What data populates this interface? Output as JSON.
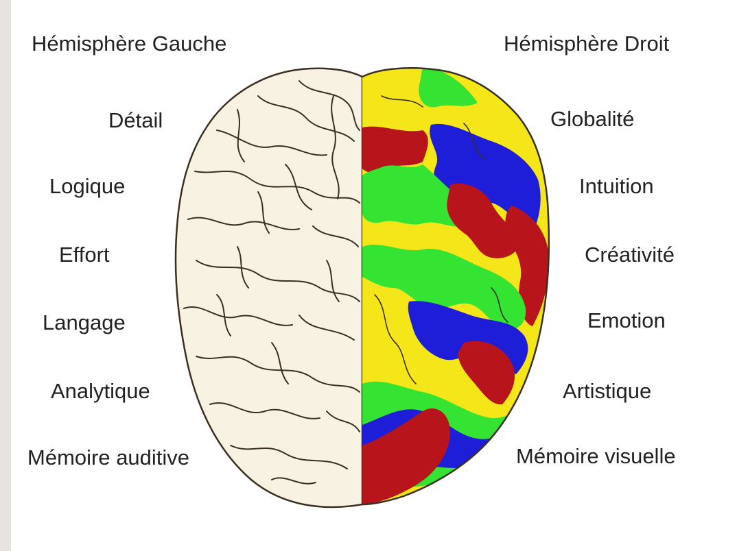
{
  "titles": {
    "left": "Hémisphère Gauche",
    "right": "Hémisphère Droit"
  },
  "left_hemisphere": {
    "traits": [
      "Détail",
      "Logique",
      "Effort",
      "Langage",
      "Analytique",
      "Mémoire auditive"
    ]
  },
  "right_hemisphere": {
    "traits": [
      "Globalité",
      "Intuition",
      "Créativité",
      "Emotion",
      "Artistique",
      "Mémoire visuelle"
    ]
  },
  "colors": {
    "page_border": "#e7e3dd",
    "background": "#ffffff",
    "text": "#222222",
    "left_brain_fill": "#f8f2e2",
    "left_brain_outline": "#3a2f22",
    "region_yellow": "#f5e61a",
    "region_red": "#b8141b",
    "region_blue": "#1e1ed9",
    "region_green": "#35e332"
  }
}
